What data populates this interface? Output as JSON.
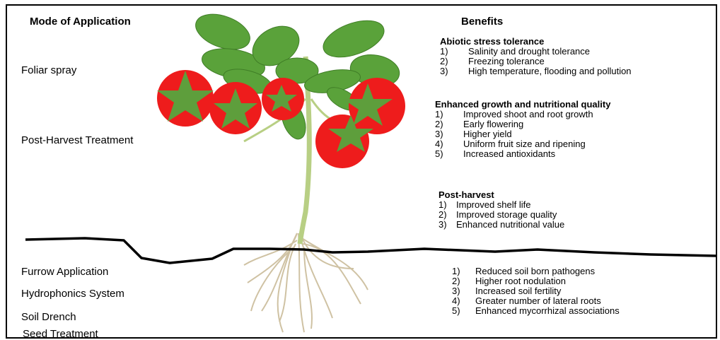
{
  "left_heading": "Mode of Application",
  "right_heading": "Benefits",
  "modes_top": [
    "Foliar spray",
    "Post-Harvest Treatment"
  ],
  "modes_bottom": [
    "Furrow Application",
    "Hydrophonics System",
    "Soil Drench",
    "Seed Treatment"
  ],
  "abiotic": {
    "title": "Abiotic stress tolerance",
    "items": [
      {
        "n": "1)",
        "t": "Salinity and drought tolerance"
      },
      {
        "n": "2)",
        "t": "Freezing tolerance"
      },
      {
        "n": "3)",
        "t": "High temperature, flooding and pollution"
      }
    ]
  },
  "growth": {
    "title": "Enhanced growth and nutritional quality",
    "items": [
      {
        "n": "1)",
        "t": "Improved shoot and root growth"
      },
      {
        "n": "2)",
        "t": "Early flowering"
      },
      {
        "n": "3)",
        "t": "Higher yield"
      },
      {
        "n": "4)",
        "t": "Uniform fruit size and ripening"
      },
      {
        "n": "5)",
        "t": "Increased antioxidants"
      }
    ]
  },
  "postharvest": {
    "title": "Post-harvest",
    "items": [
      {
        "n": "1)",
        "t": "Improved shelf life"
      },
      {
        "n": "2)",
        "t": "Improved storage quality"
      },
      {
        "n": "3)",
        "t": "Enhanced nutritional value"
      }
    ]
  },
  "soil": {
    "items": [
      {
        "n": "1)",
        "t": "Reduced soil born pathogens"
      },
      {
        "n": "2)",
        "t": "Higher root nodulation"
      },
      {
        "n": "3)",
        "t": "Increased soil fertility"
      },
      {
        "n": "4)",
        "t": "Greater number of lateral roots"
      },
      {
        "n": "5)",
        "t": "Enhanced mycorrhizal associations"
      }
    ]
  },
  "colors": {
    "tomato": "#ee1c1c",
    "star": "#5e9e3c",
    "leaf": "#5aa23a",
    "stem": "#b8cf84",
    "root": "#cdbf9f"
  }
}
